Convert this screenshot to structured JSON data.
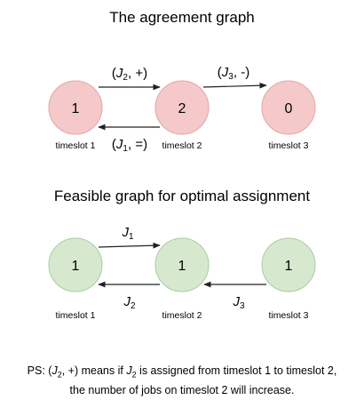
{
  "graph1": {
    "title": "The agreement graph",
    "nodes": [
      {
        "value": "1",
        "label": "timeslot 1"
      },
      {
        "value": "2",
        "label": "timeslot 2"
      },
      {
        "value": "0",
        "label": "timeslot 3"
      }
    ],
    "edges": [
      {
        "job": "J",
        "sub": "2",
        "sign": "+"
      },
      {
        "job": "J",
        "sub": "3",
        "sign": "-"
      },
      {
        "job": "J",
        "sub": "1",
        "sign": "="
      }
    ],
    "fill": "#f5c9c9",
    "stroke": "#e3a5a5"
  },
  "graph2": {
    "title": "Feasible graph for optimal assignment",
    "nodes": [
      {
        "value": "1",
        "label": "timeslot 1"
      },
      {
        "value": "1",
        "label": "timeslot 2"
      },
      {
        "value": "1",
        "label": "timeslot 3"
      }
    ],
    "edges": [
      {
        "job": "J",
        "sub": "1"
      },
      {
        "job": "J",
        "sub": "2"
      },
      {
        "job": "J",
        "sub": "3"
      }
    ],
    "fill": "#d6e9cf",
    "stroke": "#a9cc9f"
  },
  "note": {
    "line1_pre": "PS: (",
    "line1_job": "J",
    "line1_sub": "2",
    "line1_mid": ", +) means if ",
    "line1_job2": "J",
    "line1_sub2": "2",
    "line1_post": " is assigned from timeslot 1 to timeslot 2,",
    "line2": "the number of jobs on timeslot 2 will increase."
  }
}
